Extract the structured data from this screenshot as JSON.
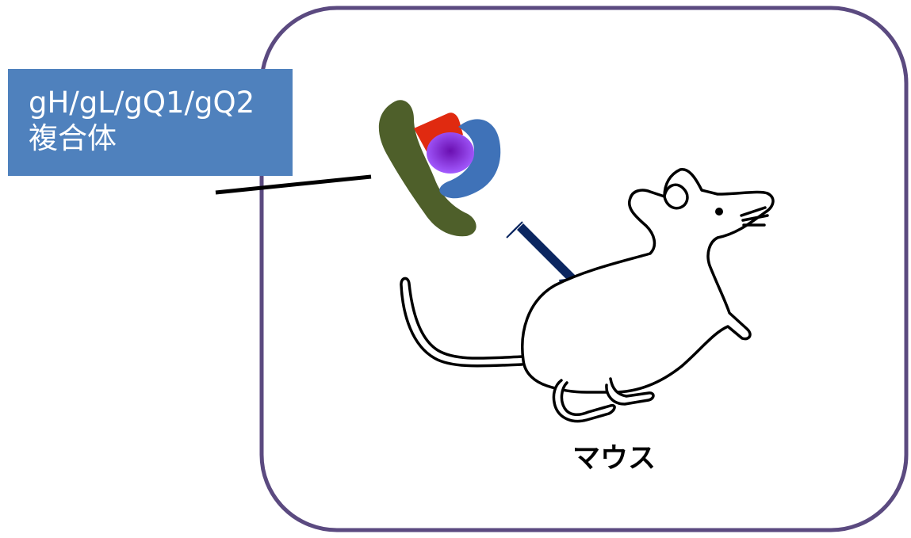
{
  "complex_label": {
    "line1": "gH/gL/gQ1/gQ2",
    "line2": "複合体"
  },
  "animal_label": "マウス",
  "colors": {
    "frame": "#5b4a80",
    "label_background": "#4f81bd",
    "gH_subunit": "#4e5f2a",
    "gL_subunit": "#e02a10",
    "gQ1_subunit": "#3f72b8",
    "gQ2_subunit": "#8a1ee0",
    "arrow": "#0b2660"
  },
  "icons": [
    "protein-complex-icon",
    "mouse-icon",
    "arrow-icon"
  ]
}
